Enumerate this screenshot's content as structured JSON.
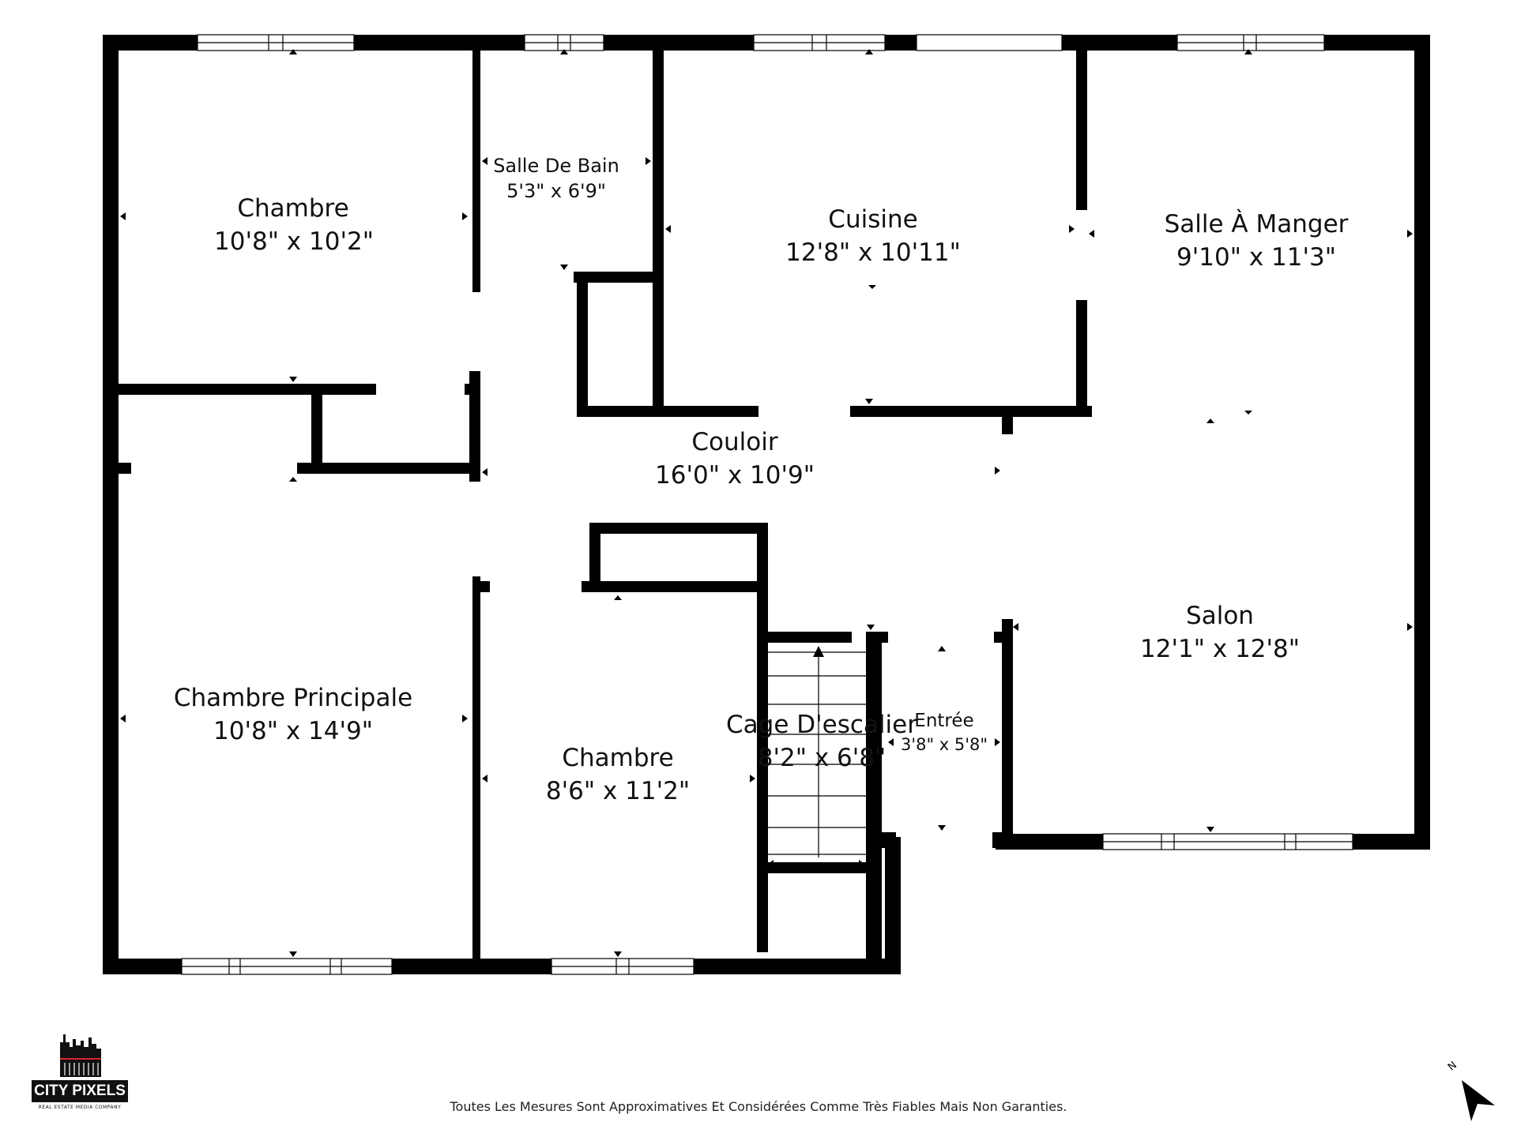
{
  "colors": {
    "wall": "#000000",
    "background": "#ffffff",
    "window": "#ffffff"
  },
  "rooms": [
    {
      "key": "chambre-1",
      "name": "Chambre",
      "dims": "10'8\" x 10'2\""
    },
    {
      "key": "salle-de-bain",
      "name": "Salle De Bain",
      "dims": "5'3\" x 6'9\""
    },
    {
      "key": "cuisine",
      "name": "Cuisine",
      "dims": "12'8\" x 10'11\""
    },
    {
      "key": "salle-a-manger",
      "name": "Salle À Manger",
      "dims": "9'10\" x 11'3\""
    },
    {
      "key": "couloir",
      "name": "Couloir",
      "dims": "16'0\" x 10'9\""
    },
    {
      "key": "salon",
      "name": "Salon",
      "dims": "12'1\" x 12'8\""
    },
    {
      "key": "chambre-principale",
      "name": "Chambre Principale",
      "dims": "10'8\" x 14'9\""
    },
    {
      "key": "chambre-2",
      "name": "Chambre",
      "dims": "8'6\" x 11'2\""
    },
    {
      "key": "cage-escalier",
      "name": "Cage D'escalier",
      "dims": "8'2\" x 6'8\""
    },
    {
      "key": "entree",
      "name": "Entrée",
      "dims": "3'8\" x 5'8\""
    }
  ],
  "disclaimer": "Toutes Les Mesures Sont Approximatives Et Considérées Comme Très Fiables Mais Non Garanties.",
  "logo": {
    "title": "CITY PIXELS",
    "subtitle": "REAL ESTATE MEDIA COMPANY"
  },
  "compass": {
    "label": "N"
  }
}
